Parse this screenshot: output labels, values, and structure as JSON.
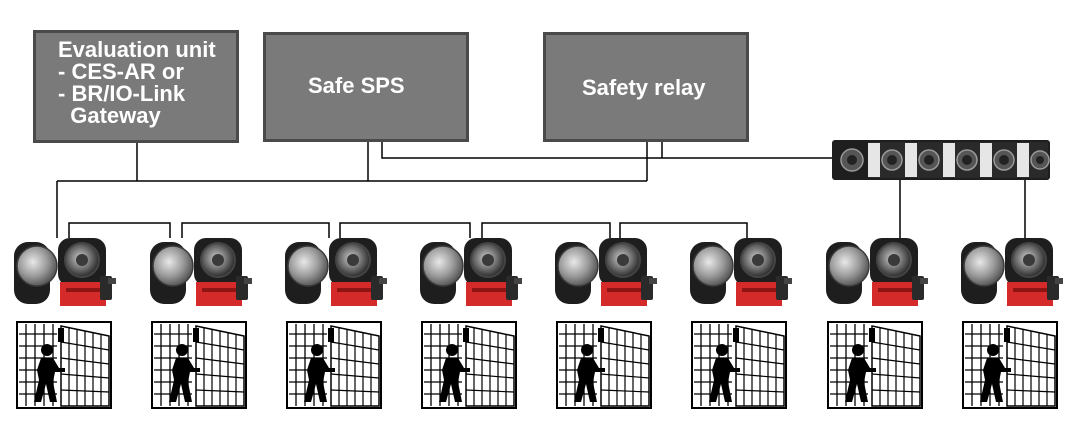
{
  "boxes": {
    "evaluation_unit": {
      "lines": [
        "Evaluation unit",
        "- CES-AR or",
        "- BR/IO-Link",
        "  Gateway"
      ]
    },
    "safe_sps": {
      "label": "Safe SPS"
    },
    "safety_relay": {
      "label": "Safety relay"
    }
  },
  "colors": {
    "box_fill": "#7a7a7a",
    "box_border": "#4a4a4a",
    "actuator_red": "#d42a2a",
    "device_black": "#1e1e1e",
    "line": "#000000"
  },
  "stations": [
    {
      "id": "station-1",
      "link": "series"
    },
    {
      "id": "station-2",
      "link": "series"
    },
    {
      "id": "station-3",
      "link": "series"
    },
    {
      "id": "station-4",
      "link": "series"
    },
    {
      "id": "station-5",
      "link": "series"
    },
    {
      "id": "station-6",
      "link": "series"
    },
    {
      "id": "station-7",
      "link": "io-link-hub"
    },
    {
      "id": "station-8",
      "link": "io-link-hub"
    }
  ],
  "hub": {
    "icon": "io-link-hub-icon",
    "ports": 6
  }
}
